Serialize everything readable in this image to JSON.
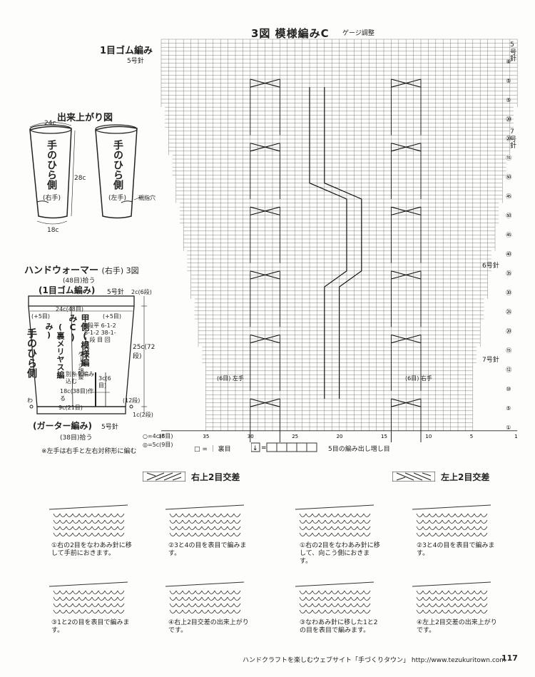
{
  "chart": {
    "figure_no": "3図",
    "title": "模様編みC",
    "gauge_note": "ゲージ調整",
    "rib_label": "1目ゴム編み",
    "rib_needle": "5号針",
    "needle_7_top": "7号針",
    "needle_6": "6号針",
    "needle_7_bottom": "7号針",
    "needle_5_top": "5号針",
    "left_hand": "(6目) 左手",
    "right_hand": "(6目) 右手",
    "row_numbers": [
      "①",
      "⑤",
      "⑩",
      "⑫",
      "⑮",
      "⑳",
      "㉕",
      "㉚",
      "㉟",
      "㊵",
      "㊺",
      "㊿",
      "㊺",
      "㊿",
      "⑮",
      "⑳",
      "⑳",
      "⑤",
      "⑤",
      "⑧"
    ],
    "column_numbers": [
      "36",
      "35",
      "30",
      "25",
      "20",
      "15",
      "10",
      "5",
      "1"
    ],
    "legend_knit": "□ = ｜ 裏目",
    "legend_increase": "5目の編み出し増し目"
  },
  "finished": {
    "title": "出来上がり図",
    "top_width": "24c",
    "bottom_width": "18c",
    "length": "28c",
    "palm_side": "手のひら側",
    "right_hand": "(右手)",
    "left_hand": "(左手)",
    "thumb_hole": "親指穴"
  },
  "warmer": {
    "title": "ハンドウォーマー",
    "subtitle": "(右手) 3図",
    "cast_top": "(48目)拾う",
    "rib_top": "(1目ゴム編み)",
    "rib_needle": "5号針",
    "width_top": "24c(48目)",
    "plus5_left": "(+5目)",
    "plus5_right": "(+5目)",
    "pattern_label": "甲側(模様編みC)",
    "stockinette_label": "(裏メリヤス編み)",
    "palm_side": "手のひら側",
    "rows_note": "6段平 6-1-2 8-1-2 38-1-1 段 目 回",
    "gauge": "ゲージ調整",
    "yarn_note": "別糸を編み込む",
    "cast_18": "18c(38目)作る",
    "thumb_3c": "3c(6目)",
    "cast_9": "9c(21目)",
    "garter": "(ガーター編み)",
    "garter_needle": "5号針",
    "cast_bottom": "(38目)拾う",
    "h_2c": "2c(6段)",
    "h_25c": "25c(72段)",
    "h_12": "(12段)",
    "h_1c": "1c(2段)",
    "wa": "わ",
    "dim_4c": "○=4c(8目)",
    "dim_5c": "◎=5c(9目)",
    "note_left": "※左手は右手と左右対称形に編む"
  },
  "cross": {
    "right_title": "右上2目交差",
    "left_title": "左上2目交差",
    "r1": "①右の2目をなわあみ針に移して手前におきます。",
    "r2": "②3と4の目を表目で編みます。",
    "r3": "③1と2の目を表目で編みます。",
    "r4": "④右上2目交差の出来上がりです。",
    "l1": "①右の2目をなわあみ針に移して、向こう側におきます。",
    "l2": "②3と4の目を表目で編みます。",
    "l3": "③なわあみ針に移した1と2の目を表目で編みます。",
    "l4": "④左上2目交差の出来上がりです。"
  },
  "footer": {
    "site": "ハンドクラフトを楽しむウェブサイト「手づくりタウン」 http://www.tezukuritown.com",
    "page": "117"
  }
}
